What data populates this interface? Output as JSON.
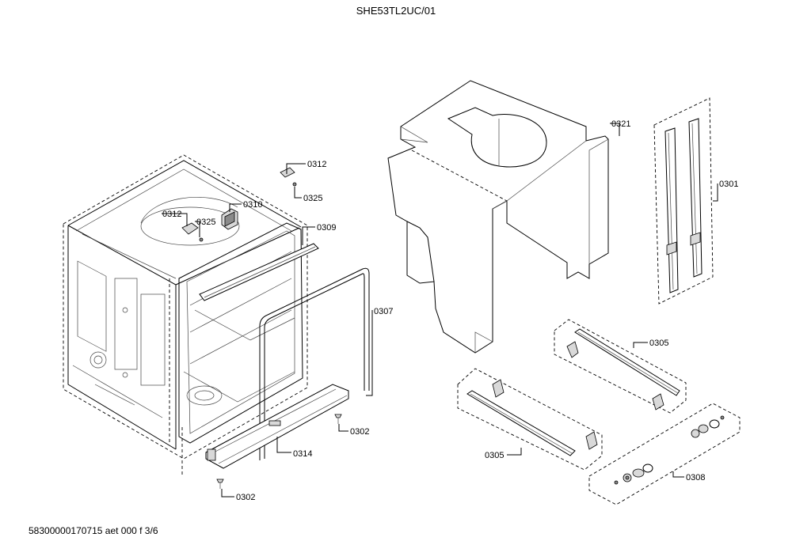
{
  "header": {
    "title": "SHE53TL2UC/01"
  },
  "footer": {
    "code": "58300000170715 aet 000 f 3/6"
  },
  "callouts": {
    "c0312a": "0312",
    "c0325a": "0325",
    "c0312b": "0312",
    "c0325b": "0325",
    "c0310": "0310",
    "c0309": "0309",
    "c0307": "0307",
    "c0302a": "0302",
    "c0314": "0314",
    "c0302b": "0302",
    "c0321": "0321",
    "c0301": "0301",
    "c0305a": "0305",
    "c0305b": "0305",
    "c0308": "0308"
  }
}
